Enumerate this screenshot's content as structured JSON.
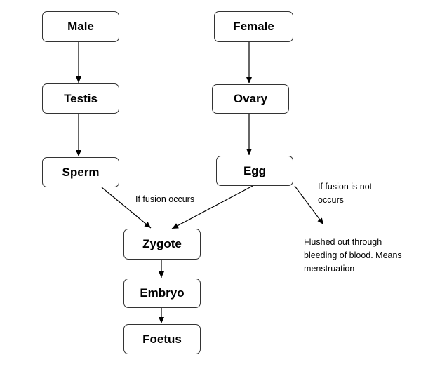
{
  "nodes": {
    "male": "Male",
    "female": "Female",
    "testis": "Testis",
    "ovary": "Ovary",
    "sperm": "Sperm",
    "egg": "Egg",
    "zygote": "Zygote",
    "embryo": "Embryo",
    "foetus": "Foetus"
  },
  "labels": {
    "if_fusion_occurs": "If fusion occurs",
    "if_fusion_not_occurs_line1": "If fusion is not",
    "if_fusion_not_occurs_line2": "occurs",
    "outcome_line1": "Flushed out through",
    "outcome_line2": "bleeding of blood. Means",
    "outcome_line3": "menstruation"
  },
  "colors": {
    "line": "#000000",
    "box_border": "#333333"
  }
}
